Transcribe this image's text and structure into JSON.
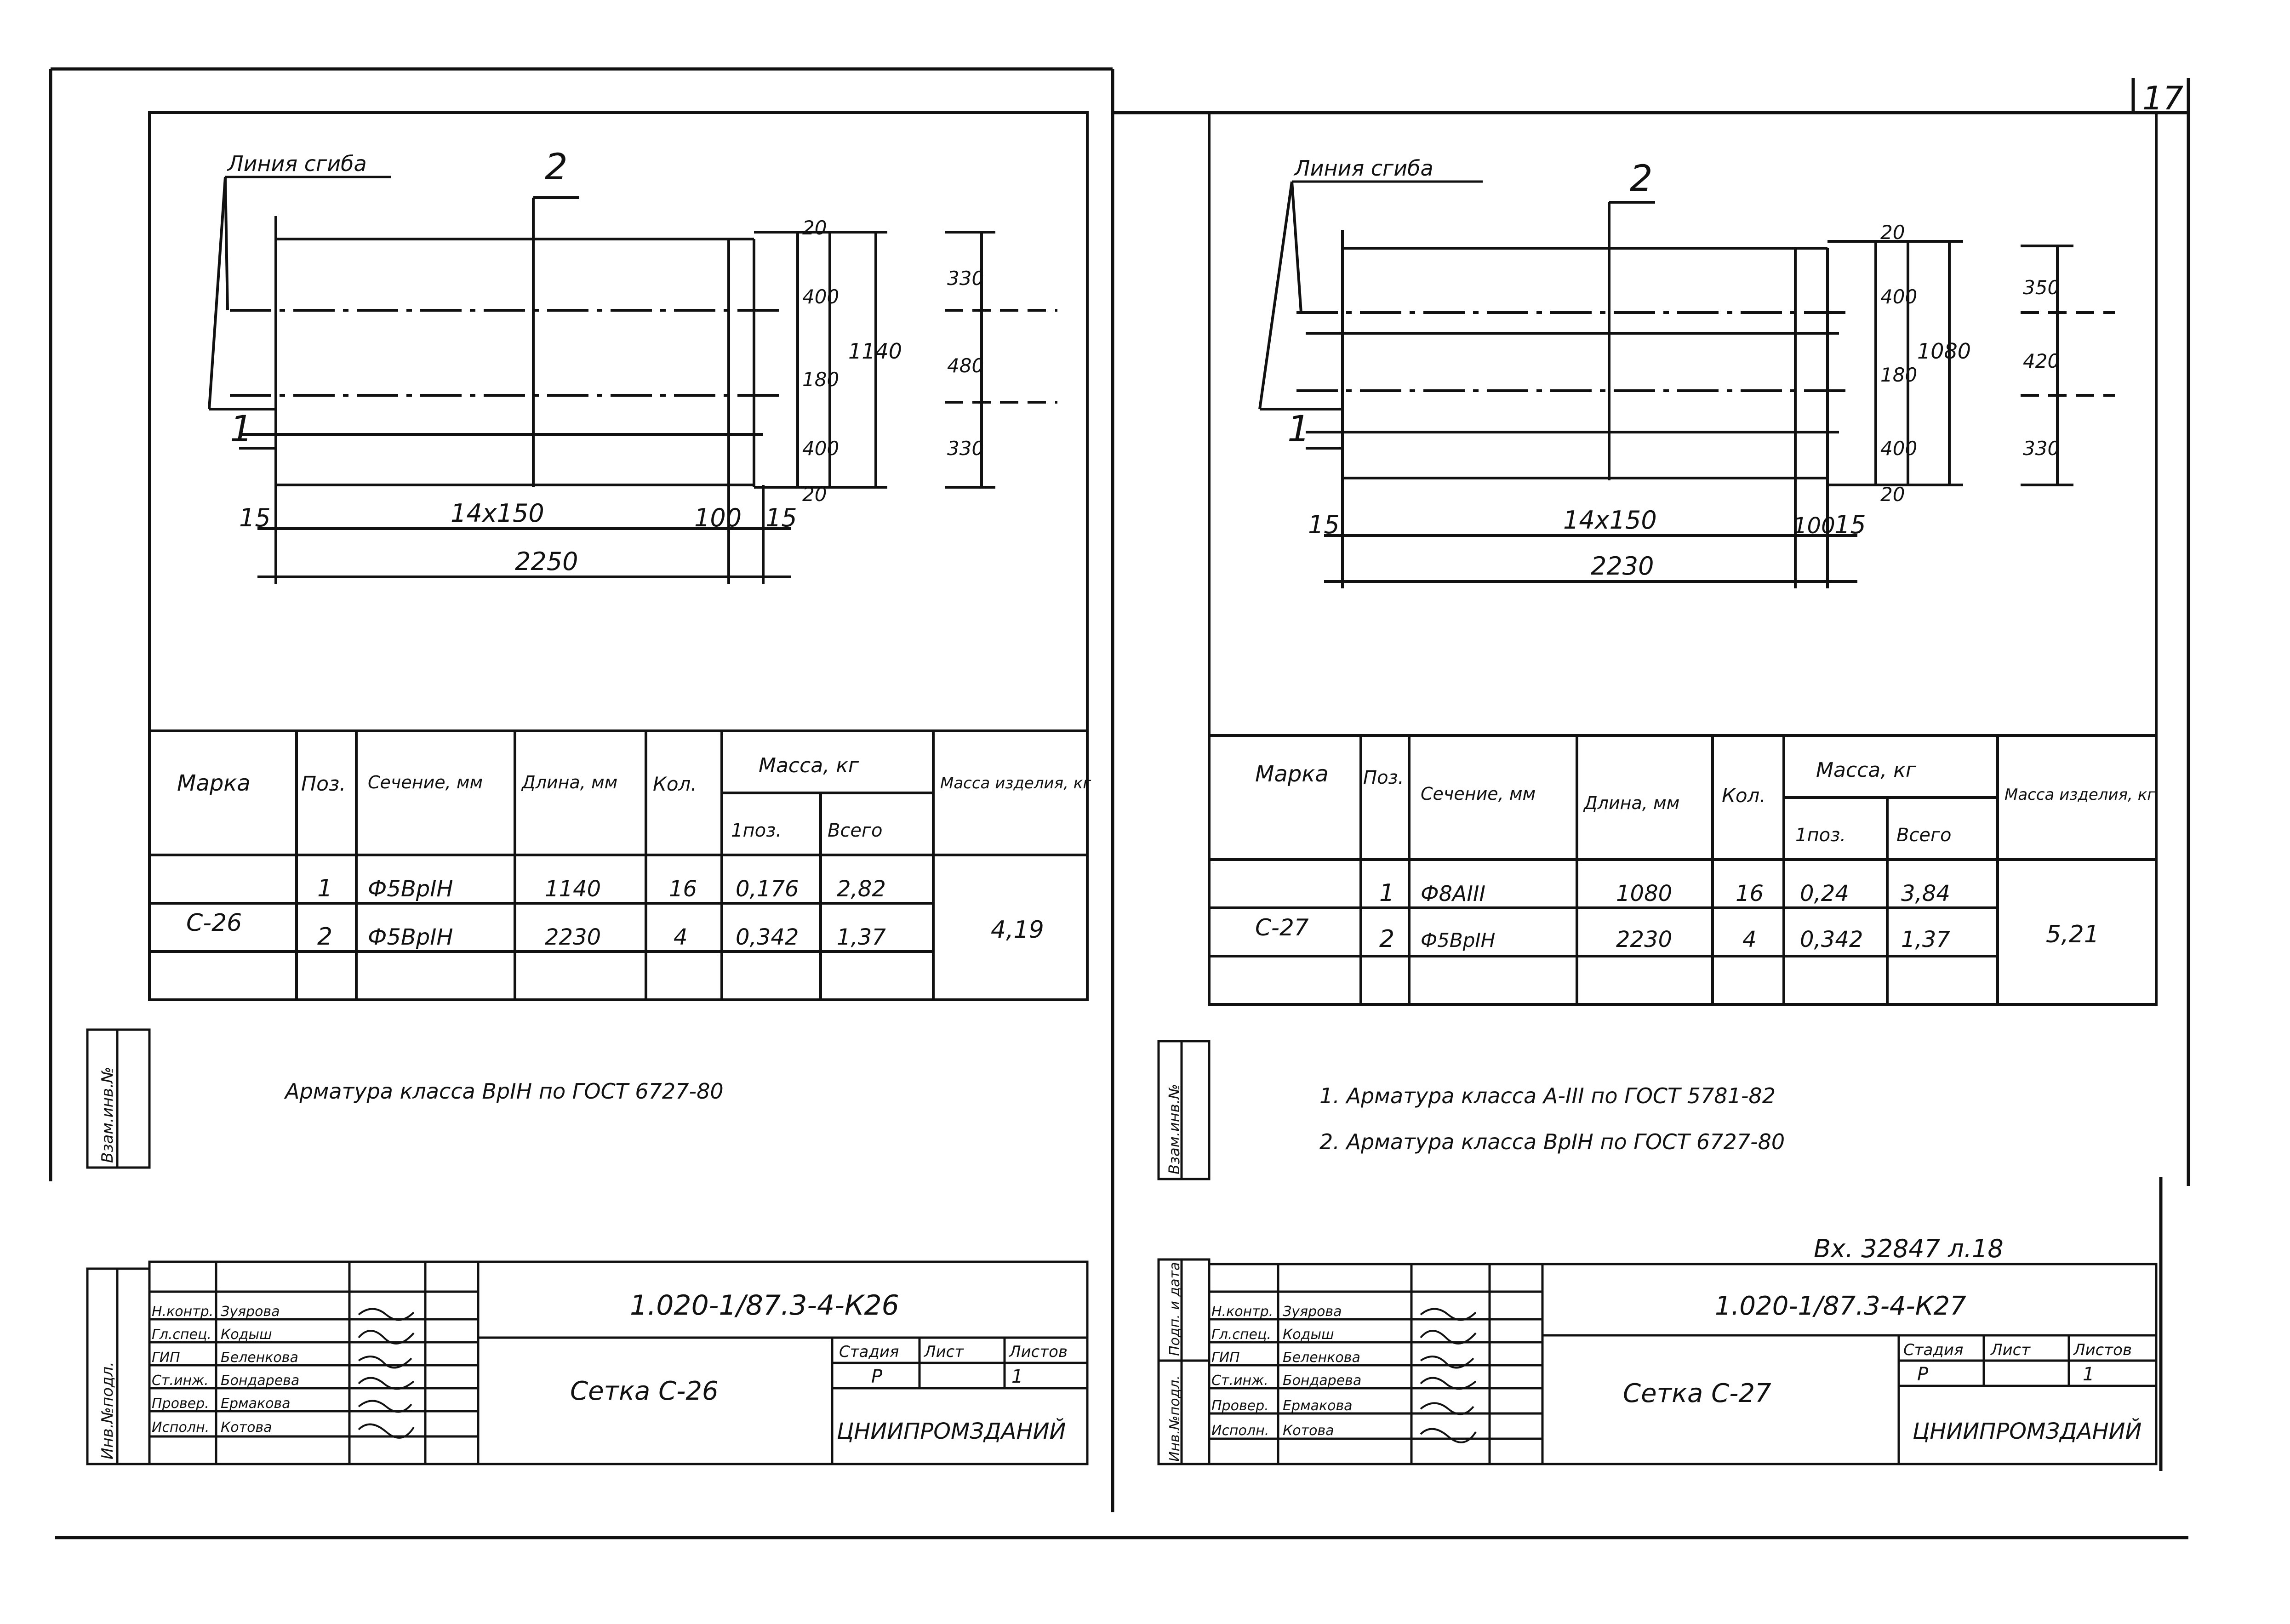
{
  "page_number": "17",
  "incoming_ref": "Вх. 32847  л.18",
  "side_labels": {
    "vzam_inv": "Взам.инв.№",
    "inv_podl": "Инв.№подл.",
    "podp_data": "Подп. и дата"
  },
  "left": {
    "bend_line": "Линия сгиба",
    "pos_labels": [
      "2",
      "1"
    ],
    "dims": {
      "left_offset": "15",
      "pitch": "14х150",
      "end": "100",
      "end_offset": "15",
      "total": "2250",
      "r1": [
        "20",
        "400",
        "180",
        "400",
        "20"
      ],
      "r_total": "1140",
      "r2": [
        "330",
        "480",
        "330"
      ]
    },
    "table": {
      "headers": {
        "marka": "Марка",
        "pos": "Поз.",
        "section": "Сечение, мм",
        "length": "Длина, мм",
        "qty": "Кол.",
        "mass": "Масса, кг",
        "mass_one": "1поз.",
        "mass_all": "Всего",
        "mass_item": "Масса изделия, кг"
      },
      "mark": "С-26",
      "rows": [
        {
          "pos": "1",
          "section": "Ф5ВрIН",
          "length": "1140",
          "qty": "16",
          "one": "0,176",
          "all": "2,82"
        },
        {
          "pos": "2",
          "section": "Ф5ВрIН",
          "length": "2230",
          "qty": "4",
          "one": "0,342",
          "all": "1,37"
        }
      ],
      "item_mass": "4,19"
    },
    "note": "Арматура класса ВрIН по ГОСТ 6727-80",
    "stamp": {
      "doc_code": "1.020-1/87.3-4-К26",
      "title": "Сетка С-26",
      "stage_header": [
        "Стадия",
        "Лист",
        "Листов"
      ],
      "stage": "Р",
      "sheet": "1",
      "org": "ЦНИИПРОМЗДАНИЙ",
      "people": [
        {
          "role": "Н.контр.",
          "name": "Зуярова"
        },
        {
          "role": "Гл.спец.",
          "name": "Кодыш"
        },
        {
          "role": "ГИП",
          "name": "Беленкова"
        },
        {
          "role": "Ст.инж.",
          "name": "Бондарева"
        },
        {
          "role": "Провер.",
          "name": "Ермакова"
        },
        {
          "role": "Исполн.",
          "name": "Котова"
        }
      ]
    }
  },
  "right": {
    "bend_line": "Линия сгиба",
    "pos_labels": [
      "2",
      "1"
    ],
    "dims": {
      "left_offset": "15",
      "pitch": "14х150",
      "end": "100",
      "end_offset": "15",
      "total": "2230",
      "r1": [
        "20",
        "400",
        "180",
        "400",
        "20"
      ],
      "r_total": "1080",
      "r2": [
        "350",
        "420",
        "330"
      ]
    },
    "table": {
      "headers": {
        "marka": "Марка",
        "pos": "Поз.",
        "section": "Сечение, мм",
        "length": "Длина, мм",
        "qty": "Кол.",
        "mass": "Масса, кг",
        "mass_one": "1поз.",
        "mass_all": "Всего",
        "mass_item": "Масса изделия, кг"
      },
      "mark": "С-27",
      "rows": [
        {
          "pos": "1",
          "section": "Ф8АIII",
          "length": "1080",
          "qty": "16",
          "one": "0,24",
          "all": "3,84"
        },
        {
          "pos": "2",
          "section": "Ф5ВрIН",
          "length": "2230",
          "qty": "4",
          "one": "0,342",
          "all": "1,37"
        }
      ],
      "item_mass": "5,21"
    },
    "notes": [
      "1. Арматура класса А-III по ГОСТ 5781-82",
      "2. Арматура класса ВрIН по ГОСТ 6727-80"
    ],
    "stamp": {
      "doc_code": "1.020-1/87.3-4-К27",
      "title": "Сетка С-27",
      "stage_header": [
        "Стадия",
        "Лист",
        "Листов"
      ],
      "stage": "Р",
      "sheet": "1",
      "org": "ЦНИИПРОМЗДАНИЙ",
      "people": [
        {
          "role": "Н.контр.",
          "name": "Зуярова"
        },
        {
          "role": "Гл.спец.",
          "name": "Кодыш"
        },
        {
          "role": "ГИП",
          "name": "Беленкова"
        },
        {
          "role": "Ст.инж.",
          "name": "Бондарева"
        },
        {
          "role": "Провер.",
          "name": "Ермакова"
        },
        {
          "role": "Исполн.",
          "name": "Котова"
        }
      ]
    }
  }
}
